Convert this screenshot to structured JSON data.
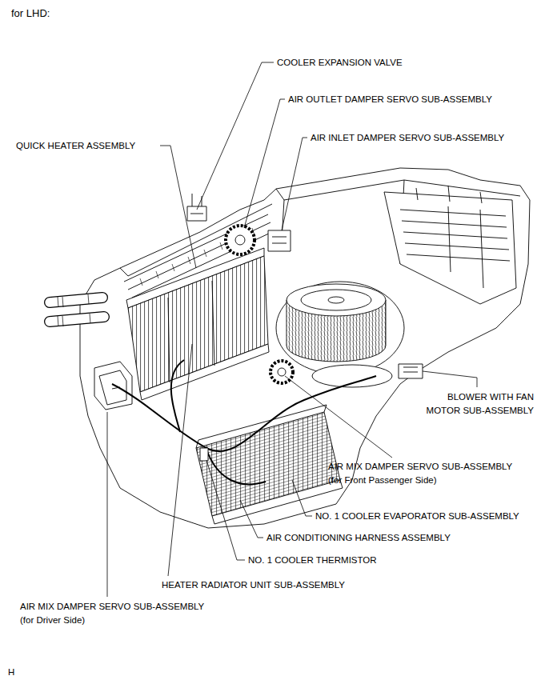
{
  "diagram": {
    "title": "for LHD:",
    "labels": [
      "COOLER EXPANSION VALVE",
      "AIR OUTLET DAMPER SERVO SUB-ASSEMBLY",
      "AIR INLET DAMPER SERVO SUB-ASSEMBLY",
      "QUICK HEATER ASSEMBLY",
      "BLOWER WITH FAN MOTOR SUB-ASSEMBLY",
      "AIR MIX DAMPER SERVO SUB-ASSEMBLY (for Front Passenger Side)",
      "NO. 1 COOLER EVAPORATOR SUB-ASSEMBLY",
      "AIR CONDITIONING HARNESS ASSEMBLY",
      "NO. 1 COOLER THERMISTOR",
      "HEATER RADIATOR UNIT SUB-ASSEMBLY",
      "AIR MIX DAMPER SERVO SUB-ASSEMBLY (for Driver Side)",
      "H"
    ]
  }
}
